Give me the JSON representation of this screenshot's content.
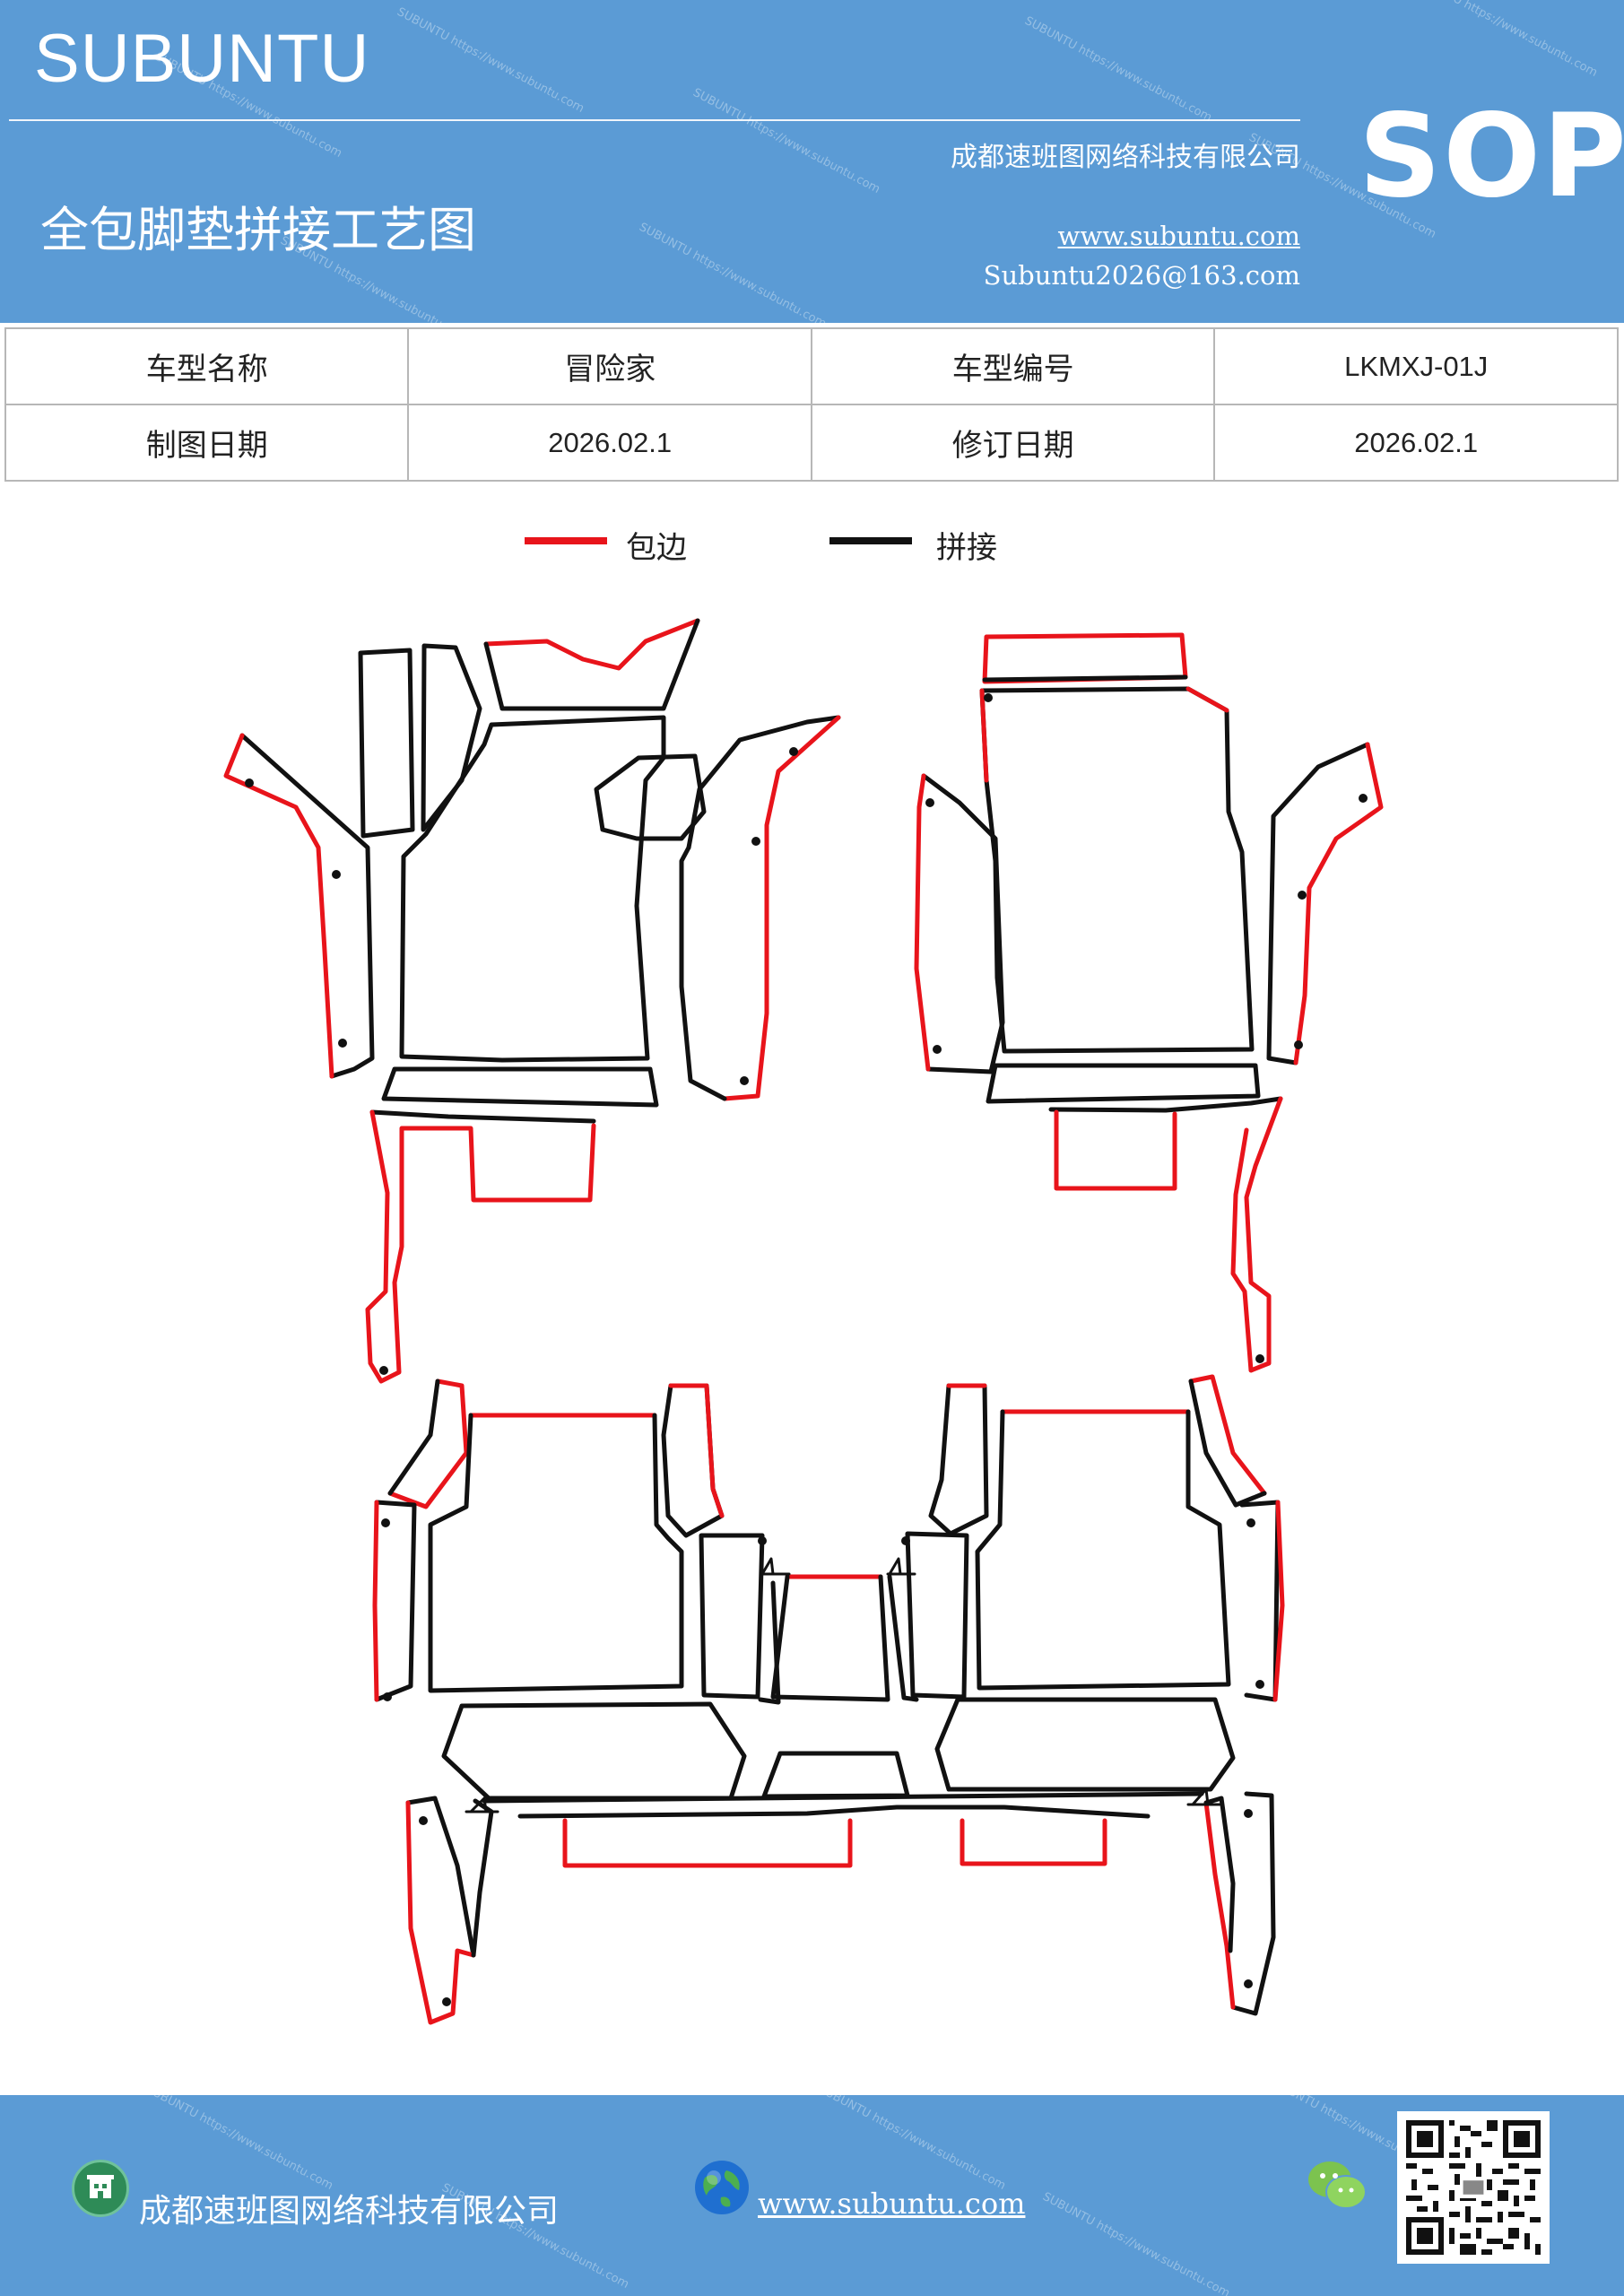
{
  "header": {
    "brand": "SUBUNTU",
    "company": "成都速班图网络科技有限公司",
    "title": "全包脚垫拼接工艺图",
    "website": "www.subuntu.com",
    "email": "Subuntu2026@163.com",
    "badge": "SOP",
    "color": "#5b9bd5"
  },
  "info": {
    "model_name_label": "车型名称",
    "model_name": "冒险家",
    "model_code_label": "车型编号",
    "model_code": "LKMXJ-01J",
    "draw_date_label": "制图日期",
    "draw_date": "2026.02.1",
    "revise_date_label": "修订日期",
    "revise_date": "2026.02.1"
  },
  "legend": {
    "edge_label": "包边",
    "edge_color": "#e8141b",
    "joint_label": "拼接",
    "joint_color": "#111111"
  },
  "footer": {
    "company": "成都速班图网络科技有限公司",
    "website": "www.subuntu.com",
    "icons": [
      "building-icon",
      "globe-icon",
      "wechat-icon",
      "qr-code"
    ]
  }
}
